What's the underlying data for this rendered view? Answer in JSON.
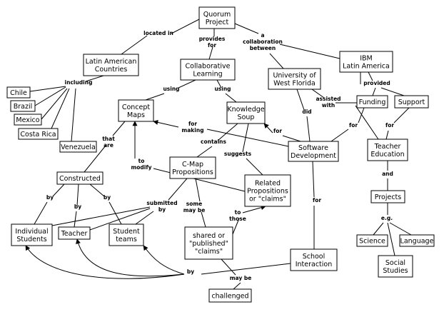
{
  "nodes": {
    "quorum": [
      "Quorum",
      "Project"
    ],
    "latin": [
      "Latin American",
      "Countries"
    ],
    "collab": [
      "Collaborative",
      "Learning"
    ],
    "uwf": [
      "University of",
      "West Florida"
    ],
    "ibm": [
      "IBM",
      "Latin America"
    ],
    "chile": [
      "Chile"
    ],
    "brazil": [
      "Brazil"
    ],
    "mexico": [
      "Mexico"
    ],
    "costarica": [
      "Costa Rica"
    ],
    "venezuela": [
      "Venezuela"
    ],
    "cmaps": [
      "Concept",
      "Maps"
    ],
    "ksoup": [
      "Knowledge",
      "Soup"
    ],
    "funding": [
      "Funding"
    ],
    "support": [
      "Support"
    ],
    "software": [
      "Software",
      "Development"
    ],
    "teachered": [
      "Teacher",
      "Education"
    ],
    "constructed": [
      "Constructed"
    ],
    "cmapprops": [
      "C-Map",
      "Propositions"
    ],
    "related": [
      "Related",
      "Propositions",
      "or \"claims\""
    ],
    "projects": [
      "Projects"
    ],
    "individual": [
      "Individual",
      "Students"
    ],
    "teacher": [
      "Teacher"
    ],
    "studentteams": [
      "Student",
      "teams"
    ],
    "shared": [
      "shared or",
      "\"published\"",
      "\"claims\""
    ],
    "science": [
      "Science"
    ],
    "language": [
      "Language"
    ],
    "school": [
      "School",
      "Interaction"
    ],
    "social": [
      "Social",
      "Studies"
    ],
    "challenged": [
      "challenged"
    ]
  },
  "links": {
    "located_in": [
      "located in"
    ],
    "provides_for": [
      "provides",
      "for"
    ],
    "collaboration": [
      "a",
      "collaboration",
      "between"
    ],
    "including": [
      "including"
    ],
    "using1": [
      "using"
    ],
    "using2": [
      "using"
    ],
    "provided": [
      "provided"
    ],
    "assisted_with": [
      "assisted",
      "with"
    ],
    "did": [
      "did"
    ],
    "for_making": [
      "for",
      "making"
    ],
    "for1": [
      "for"
    ],
    "for2": [
      "for"
    ],
    "for3": [
      "for"
    ],
    "for4": [
      "for"
    ],
    "that_are": [
      "that",
      "are"
    ],
    "contains": [
      "contains"
    ],
    "suggests": [
      "suggests"
    ],
    "to_modify": [
      "to",
      "modify"
    ],
    "and": [
      "and"
    ],
    "by1": [
      "by"
    ],
    "by2": [
      "by"
    ],
    "by3": [
      "by"
    ],
    "by4": [
      "by"
    ],
    "submitted_by": [
      "submitted",
      "by"
    ],
    "some_may_be": [
      "some",
      "may be"
    ],
    "to_those": [
      "to",
      "those"
    ],
    "eg": [
      "e.g."
    ],
    "may_be": [
      "may be"
    ]
  }
}
